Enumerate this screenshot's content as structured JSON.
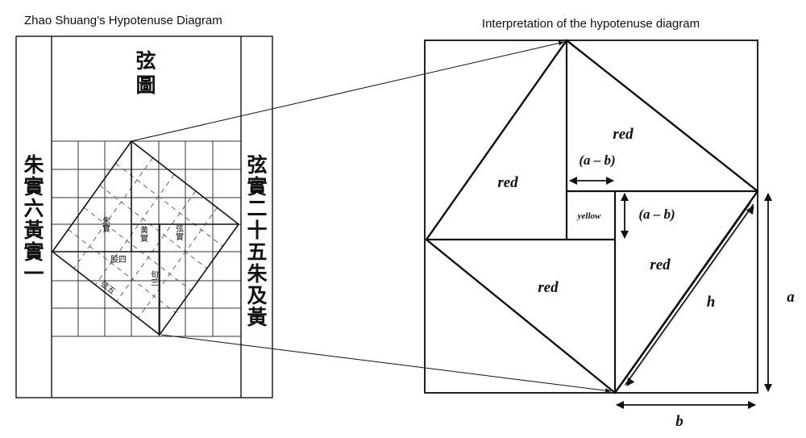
{
  "left_panel": {
    "title": "Zhao Shuang’s Hypotenuse Diagram",
    "heading_chars": [
      "弦",
      "圖"
    ],
    "left_column_chars": [
      "朱",
      "實",
      "六",
      "黃",
      "實",
      "一"
    ],
    "right_column_chars": [
      "弦",
      "實",
      "二",
      "十",
      "五",
      "朱",
      "及",
      "黃"
    ],
    "inner_labels": {
      "red_area": "朱實",
      "yellow_area": "黃實",
      "hyp_area": "弦實",
      "leg_short": "句三",
      "leg_long": "股四",
      "hyp": "弦五"
    }
  },
  "right_panel": {
    "title": "Interpretation of the hypotenuse diagram",
    "regions": {
      "red_left": "red",
      "red_top": "red",
      "red_right": "red",
      "red_bottom": "red",
      "yellow": "yellow"
    },
    "dimension_labels": {
      "diff_horizontal": "(a – b)",
      "diff_vertical": "(a – b)",
      "hypotenuse": "h",
      "side_a": "a",
      "side_b": "b"
    }
  }
}
